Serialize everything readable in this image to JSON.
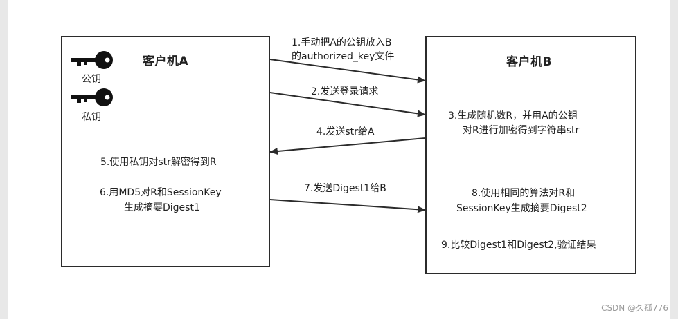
{
  "client_a": {
    "title": "客户机A",
    "public_key_label": "公钥",
    "private_key_label": "私钥",
    "step5": "5.使用私钥对str解密得到R",
    "step6_line1": "6.用MD5对R和SessionKey",
    "step6_line2": "生成摘要Digest1"
  },
  "client_b": {
    "title": "客户机B",
    "step3_line1": "3.生成随机数R，并用A的公钥",
    "step3_line2": "对R进行加密得到字符串str",
    "step8_line1": "8.使用相同的算法对R和",
    "step8_line2": "SessionKey生成摘要Digest2",
    "step9": "9.比较Digest1和Digest2,验证结果"
  },
  "arrows": {
    "step1_line1": "1.手动把A的公钥放入B",
    "step1_line2": "的authorized_key文件",
    "step2": "2.发送登录请求",
    "step4": "4.发送str给A",
    "step7": "7.发送Digest1给B"
  },
  "watermark": "CSDN @久孤776"
}
